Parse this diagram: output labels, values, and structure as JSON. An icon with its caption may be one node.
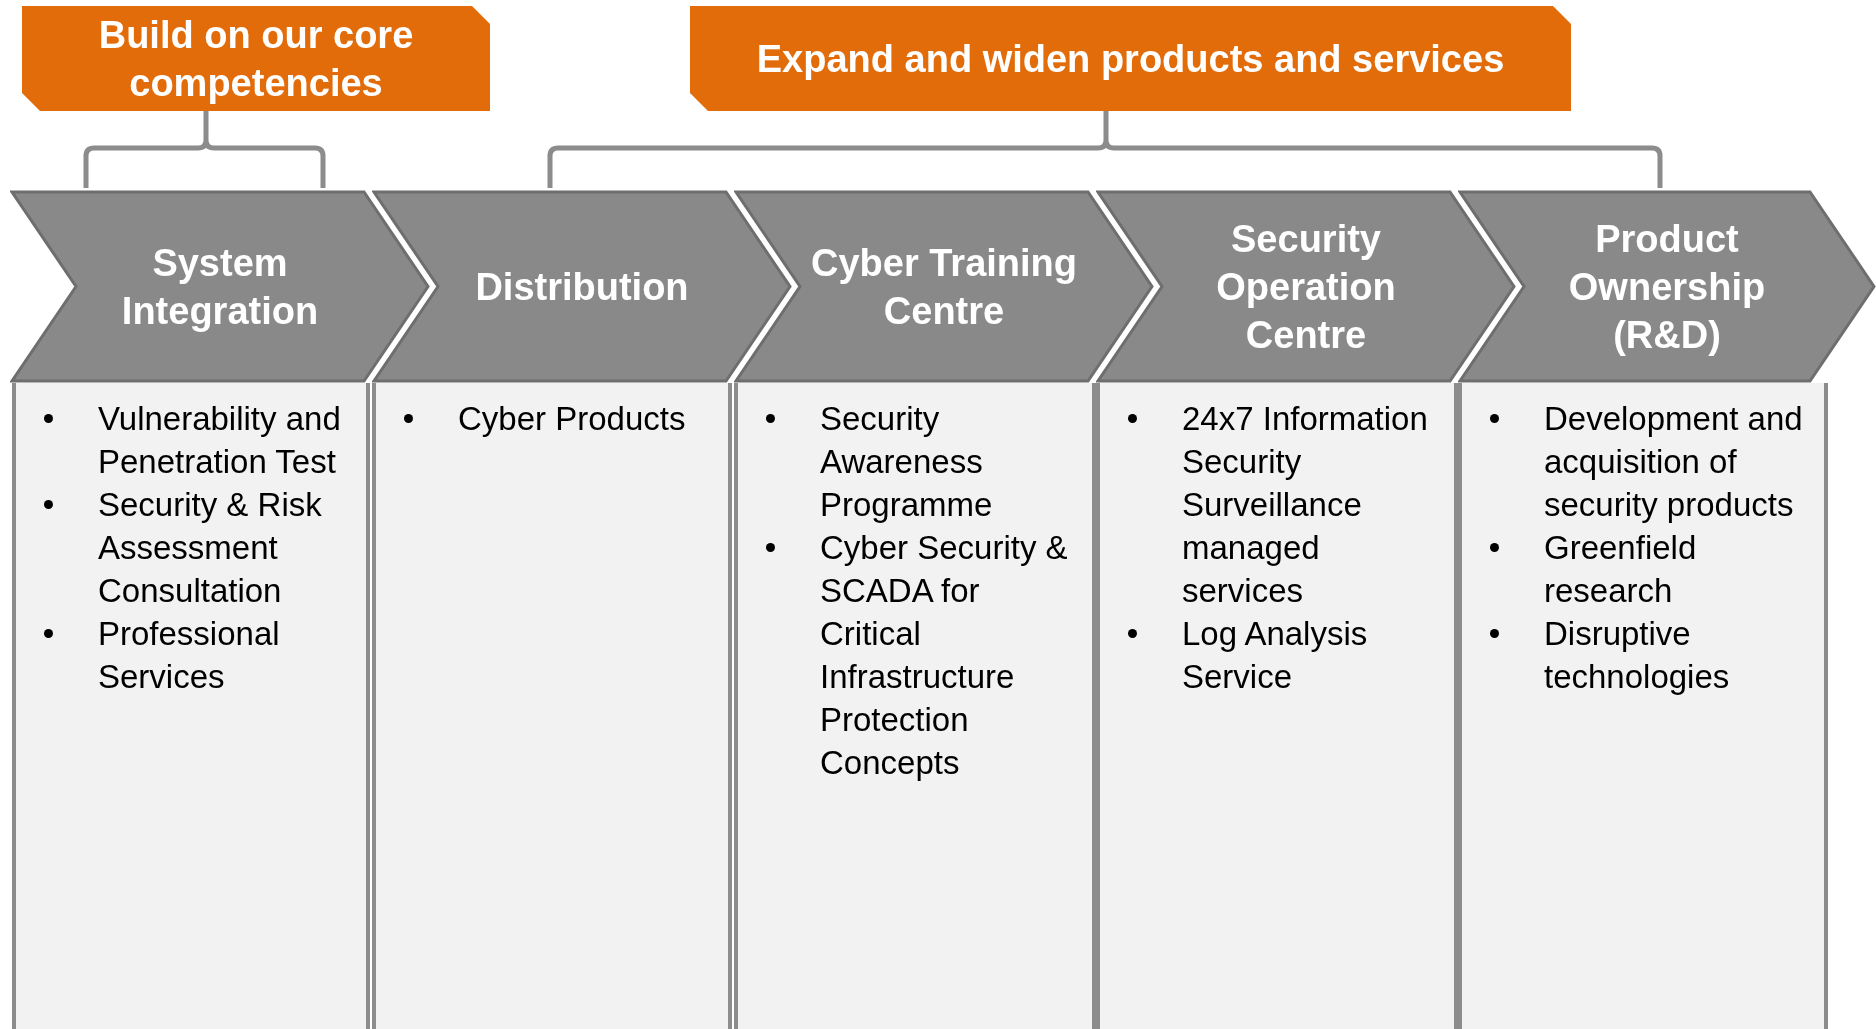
{
  "diagram": {
    "nodes": [
      {
        "text": [
          "Build on our core competencies"
        ]
      },
      {
        "text": [
          "Expand and widen products and services"
        ]
      },
      {
        "text": [
          "System Integration"
        ]
      },
      {
        "text": [
          "Distribution"
        ]
      },
      {
        "text": [
          "Cyber Training Centre"
        ]
      },
      {
        "text": [
          "Security Operation Centre"
        ]
      },
      {
        "text": [
          "Product Ownership (R&D)"
        ]
      },
      {
        "text": [
          "Vulnerability and Penetration Test",
          "Security & Risk Assessment Consultation",
          "Professional Services"
        ]
      },
      {
        "text": [
          "Cyber Products"
        ]
      },
      {
        "text": [
          "Security Awareness Programme",
          "Cyber Security & SCADA for Critical Infrastructure Protection Concepts"
        ]
      },
      {
        "text": [
          "24x7 Information Security Surveillance managed services",
          "Log Analysis Service"
        ]
      },
      {
        "text": [
          "Development and acquisition of security products",
          "Greenfield research",
          "Disruptive technologies"
        ]
      }
    ]
  }
}
